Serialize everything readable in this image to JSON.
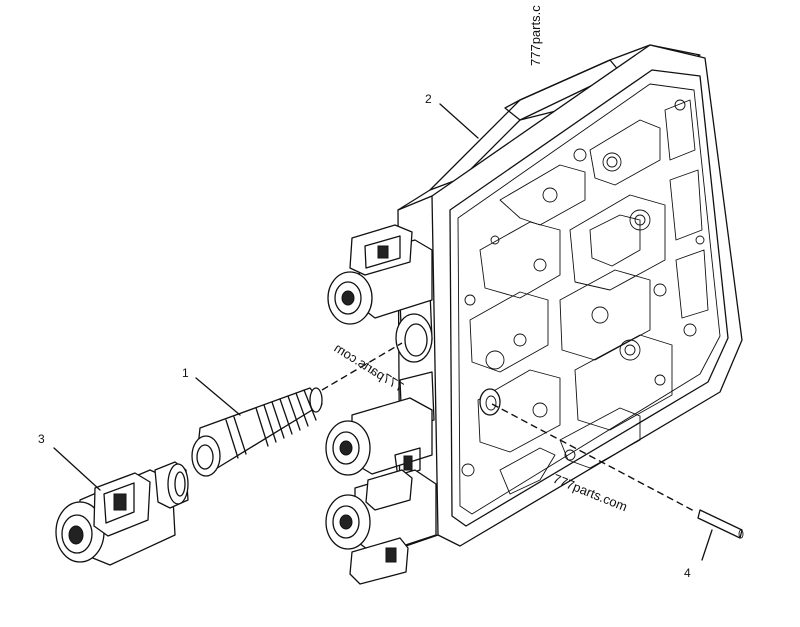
{
  "callouts": [
    {
      "id": "1",
      "label": "1"
    },
    {
      "id": "2",
      "label": "2"
    },
    {
      "id": "3",
      "label": "3"
    },
    {
      "id": "4",
      "label": "4"
    }
  ],
  "watermarks": {
    "top": "777parts.c",
    "middle": "777parts.com",
    "lower": "777parts.com"
  }
}
